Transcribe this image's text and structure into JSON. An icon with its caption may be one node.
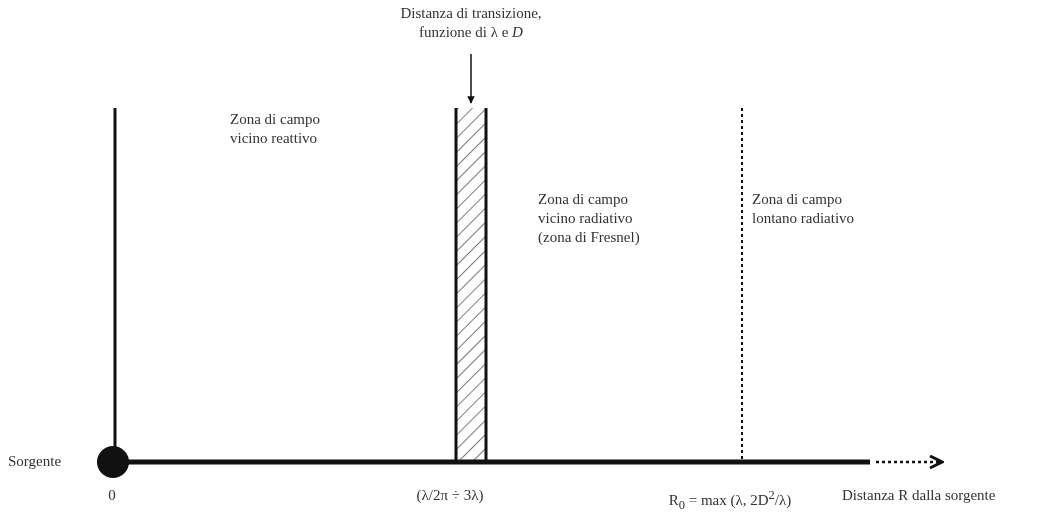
{
  "diagram": {
    "nodes": [
      {
        "text": [
          "Distanza di transizione, funzione di λ e *D*"
        ]
      },
      {
        "text": [],
        "shape": "bar"
      }
    ],
    "edges": [
      {
        "from": 0,
        "to": 1,
        "arrow": "to"
      }
    ],
    "labels": [
      "Zona di campo vicino reattivo",
      "Zona di campo vicino radiativo (zona di Fresnel)",
      "Zona di campo lontano radiativo",
      "Sorgente",
      "0",
      "(λ/2π ÷ 3λ)",
      "R$_{0}$ = max (λ, 2D$^{2}$/λ)",
      "Distanza R dalla sorgente"
    ]
  }
}
